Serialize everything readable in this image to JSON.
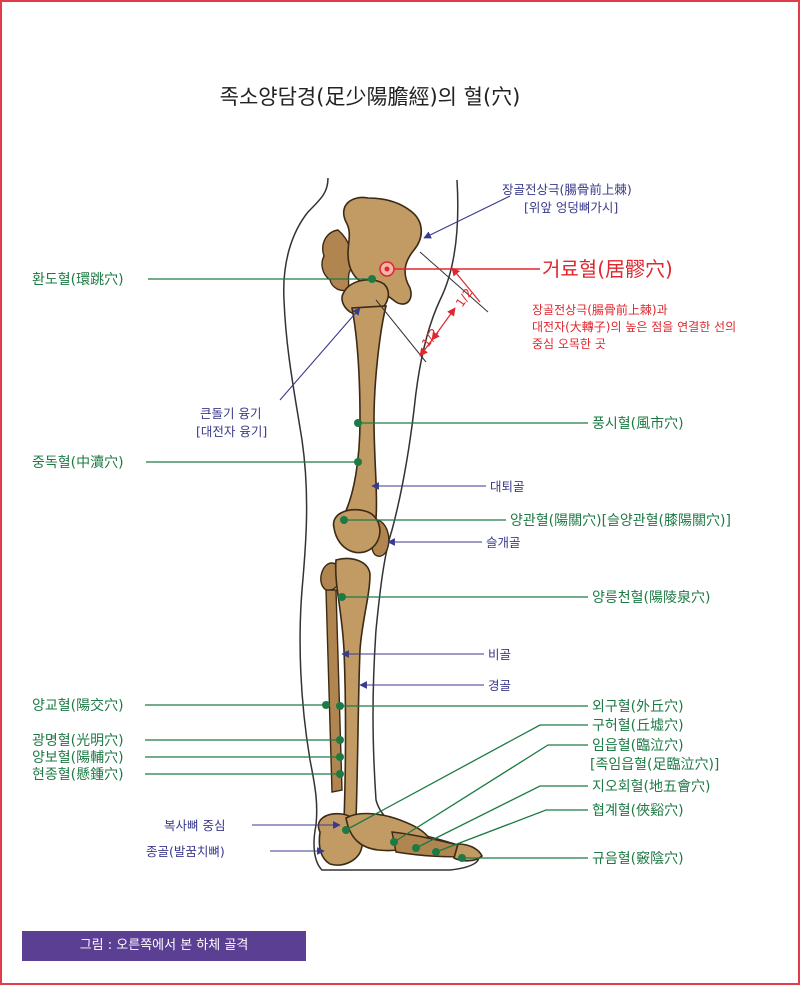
{
  "title": "족소양담경(足少陽膽經)의 혈(穴)",
  "caption": "그림 : 오른쪽에서 본 하체 골격",
  "colors": {
    "frame": "#e23b4a",
    "point": "#1d7a44",
    "anatomy": "#3a3a8c",
    "highlight": "#e0262e",
    "bone": "#c29a63",
    "caption_bg": "#5b3f93"
  },
  "highlight": {
    "name": "거료혈(居髎穴)",
    "desc_line1": "장골전상극(腸骨前上棘)과",
    "desc_line2": "대전자(大轉子)의 높은 점을 연결한 선의",
    "desc_line3": "중심 오목한 곳",
    "half_mark_1": "1/2",
    "half_mark_2": "1/2"
  },
  "points": {
    "hwando": "환도혈(環跳穴)",
    "pungsi": "풍시혈(風市穴)",
    "jungdok": "중독혈(中瀆穴)",
    "yanggwan": "양관혈(陽關穴)[슬양관혈(膝陽關穴)]",
    "yangneung": "양릉천혈(陽陵泉穴)",
    "yanggyo": "양교혈(陽交穴)",
    "oegu": "외구혈(外丘穴)",
    "gwangmyeong": "광명혈(光明穴)",
    "guheo": "구허혈(丘墟穴)",
    "yangbo": "양보혈(陽輔穴)",
    "imeup": "임읍혈(臨泣穴)",
    "imeup_alt": "[족임읍혈(足臨泣穴)]",
    "hyeonjong": "현종혈(懸鍾穴)",
    "jiohoe": "지오회혈(地五會穴)",
    "hyeopgye": "협계혈(俠谿穴)",
    "gyueum": "규음혈(竅陰穴)"
  },
  "anatomy": {
    "asis_1": "장골전상극(腸骨前上棘)",
    "asis_2": "[위앞 엉덩뼈가시]",
    "trochanter_1": "큰돌기 융기",
    "trochanter_2": "[대전자 융기]",
    "femur": "대퇴골",
    "patella": "슬개골",
    "fibula": "비골",
    "tibia": "경골",
    "navicular": "복사뼈 중심",
    "calcaneus": "종골(발꿈치뼈)"
  }
}
